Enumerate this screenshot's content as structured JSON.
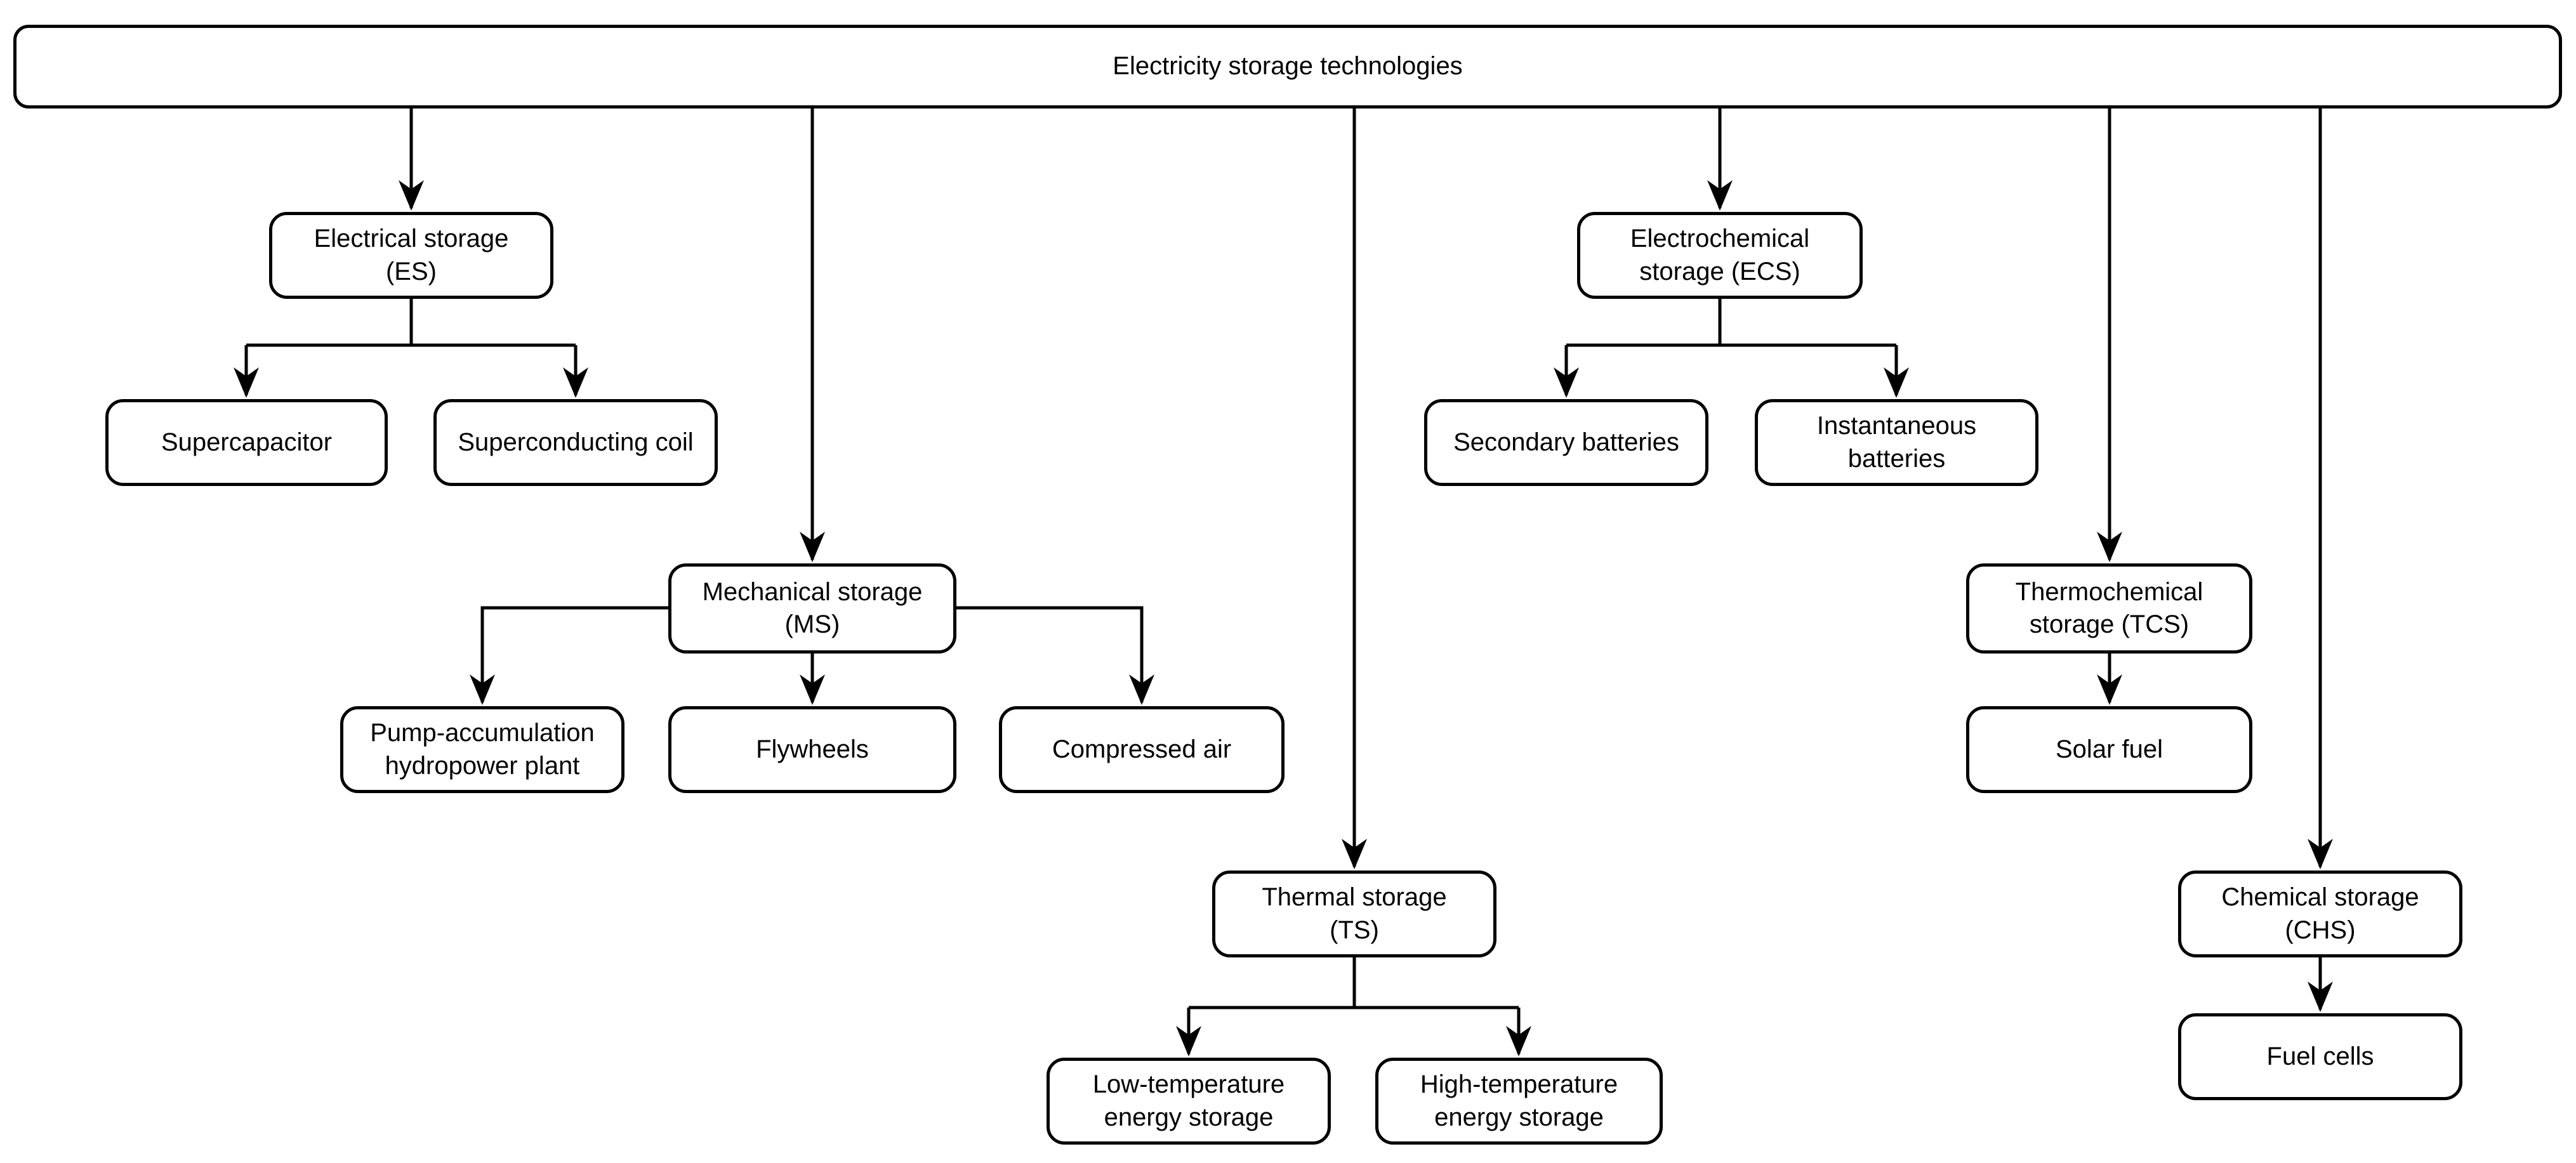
{
  "diagram": {
    "title": "Electricity storage technologies",
    "colors": {
      "line": "#000000",
      "box_border": "#000000",
      "box_fill": "#ffffff",
      "text": "#000000"
    },
    "nodes": {
      "root": {
        "label": "Electricity storage technologies"
      },
      "es": {
        "label": "Electrical storage\n(ES)"
      },
      "supercap": {
        "label": "Supercapacitor"
      },
      "supercoil": {
        "label": "Superconducting coil"
      },
      "ms": {
        "label": "Mechanical storage\n(MS)"
      },
      "pump": {
        "label": "Pump-accumulation\nhydropower plant"
      },
      "flywheels": {
        "label": "Flywheels"
      },
      "compair": {
        "label": "Compressed air"
      },
      "ts": {
        "label": "Thermal storage\n(TS)"
      },
      "lowtemp": {
        "label": "Low-temperature\nenergy storage"
      },
      "hightemp": {
        "label": "High-temperature\nenergy storage"
      },
      "ecs": {
        "label": "Electrochemical\nstorage (ECS)"
      },
      "secbat": {
        "label": "Secondary batteries"
      },
      "instbat": {
        "label": "Instantaneous\nbatteries"
      },
      "tcs": {
        "label": "Thermochemical\nstorage (TCS)"
      },
      "solarfuel": {
        "label": "Solar fuel"
      },
      "chs": {
        "label": "Chemical storage\n(CHS)"
      },
      "fuelcells": {
        "label": "Fuel cells"
      }
    },
    "edges": [
      "root->es",
      "root->ms",
      "root->ts",
      "root->ecs",
      "root->tcs",
      "root->chs",
      "es->supercap",
      "es->supercoil",
      "ms->pump",
      "ms->flywheels",
      "ms->compair",
      "ts->lowtemp",
      "ts->hightemp",
      "ecs->secbat",
      "ecs->instbat",
      "tcs->solarfuel",
      "chs->fuelcells"
    ]
  }
}
